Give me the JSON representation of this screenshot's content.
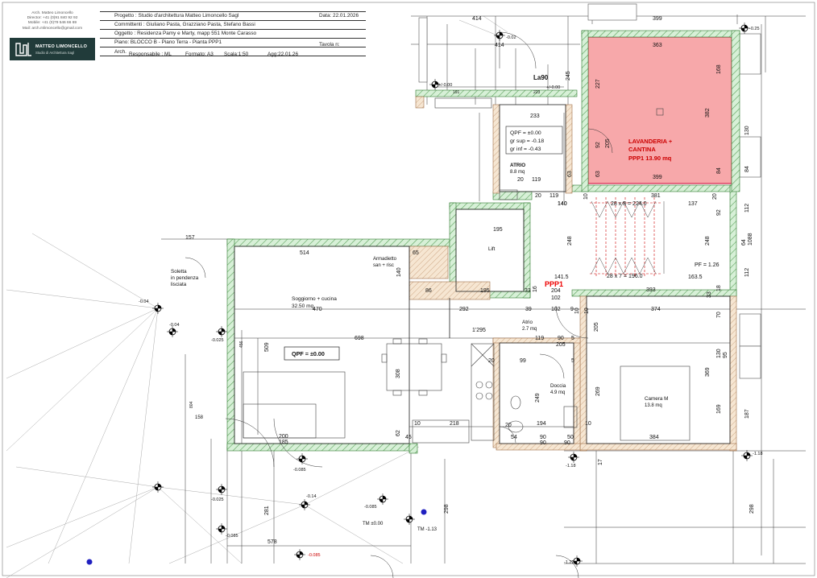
{
  "studio": {
    "name": "Arch. Matteo Limoncello",
    "director": "Director: +41 (0)91 840 92 92",
    "mobile": "Mobile: +41 (0)79 546 66 69",
    "mail": "Mail: arch.mlimoncello@gmail.com",
    "logo_name": "MATTEO LIMONCELLO",
    "logo_sub": "Studio di Architettura Sagl"
  },
  "title_block": {
    "progetto": "Progetto : Studio d'architettura Matteo Limoncello Sagl",
    "data": "Data: 22.01.2026",
    "committenti": "Committenti : Giuliano Pasta, Grazziano Pasta, Stefano Bassi",
    "oggetto": "Oggetto : Residenza Pamy e Marty, mapp 551 Monte Carasso",
    "piano": "Piano: BLOCCO B - Piano Terra - Pianta PPP1",
    "tavola": "Tavola n:",
    "arch": "Arch.",
    "responsabile": "Responsabile : ML",
    "formato": "Formato: A3",
    "scala": "Scala:1:50",
    "agg": "Agg:22.01.26"
  },
  "rooms": {
    "lavanderia_1": "LAVANDERIA +",
    "lavanderia_2": "CANTINA",
    "lavanderia_3": "PPP1 13.90 mq",
    "ppp1_tag": "PPP1",
    "soggiorno_1": "Soggiorno + cucina",
    "soggiorno_2": "32.50 mq",
    "soletta_1": "Soletta",
    "soletta_2": "in pendenza",
    "soletta_3": "lisciata",
    "armadietto_1": "Armadietto",
    "armadietto_2": "san + risc",
    "lift": "Lift",
    "atrio_top_1": "ATRIO",
    "atrio_top_2": "8.8 mq",
    "atrio_mid_1": "Atrio",
    "atrio_mid_2": "2.7 mq",
    "doccia_1": "Doccia",
    "doccia_2": "4.9 mq",
    "camera_1": "Camera M",
    "camera_2": "13.8 mq",
    "la90": "La90",
    "qpf_main": "QPF = ±0.00",
    "qpf_box_1": "QPF    = ±0.00",
    "qpf_box_2": "gr sup = -0.18",
    "qpf_box_3": "gr inf   = -0.43",
    "pf": "PF = 1.26",
    "tm": "TM ±0.00",
    "tm2": "TM -1.13"
  },
  "stairs": {
    "upper": "28 x 8 = 224.0",
    "lower": "28 x 7 = 196.0"
  },
  "levels": [
    "-0.02",
    "+/-0.00",
    "+/-0.00",
    "-0.25",
    "-0.04",
    "-0.025",
    "-0.085",
    "-0.04",
    "-0.025",
    "-0.085",
    "-0.14",
    "-0.085",
    "-0.085",
    "-1.18",
    "-1.18",
    "-1.22"
  ],
  "dimensions": {
    "d414a": "414",
    "d399a": "399",
    "d414b": "414",
    "d363": "363",
    "d245": "245",
    "d227": "227",
    "d168": "168",
    "d382": "382",
    "d130a": "130",
    "d92a": "92",
    "d205a": "205",
    "d84a": "84",
    "d233": "233",
    "d191": "191",
    "d223": "223",
    "d140a": "140",
    "d20a": "20",
    "d119a": "119",
    "d63a": "63",
    "d63b": "63",
    "d399b": "399",
    "d84b": "84",
    "d20b": "20",
    "d119b": "119",
    "d10a": "10",
    "d20c": "20",
    "d381": "381",
    "d140b": "140",
    "d137": "137",
    "d92b": "92",
    "d112a": "112",
    "d195a": "195",
    "d248a": "248",
    "d248b": "248",
    "d64": "64",
    "d1088": "1088",
    "d157": "157",
    "d514": "514",
    "d65": "65",
    "d140c": "140",
    "d86": "86",
    "d195b": "195",
    "d33a": "33",
    "d16a": "16",
    "d141": "141.5",
    "d204": "204",
    "d102a": "102",
    "d393": "393",
    "d163": "163.5",
    "d33b": "33",
    "d18": "18",
    "d112b": "112",
    "d470": "470",
    "d292": "292",
    "d39": "39",
    "d102b": "102",
    "d9": "9",
    "d10b": "10",
    "d10c": "10",
    "d374": "374",
    "d70": "70",
    "d1295": "1'295",
    "d205b": "205",
    "d698": "698",
    "d119c": "119",
    "d90a": "90",
    "d5a": "5",
    "d205c": "205",
    "d130b": "130",
    "d99": "99",
    "d20d": "20",
    "d5b": "5",
    "d95": "95",
    "d308": "308",
    "d509": "509",
    "d456": "456",
    "d249": "249",
    "d269": "269",
    "d369": "369",
    "d187": "187",
    "d804": "804",
    "d158": "158",
    "d169": "169",
    "d10d": "10",
    "d218": "218",
    "d194": "194",
    "d10e": "10",
    "d200": "200",
    "d185": "185",
    "d62": "62",
    "d45": "45",
    "d20e": "20",
    "d54": "54",
    "d90b": "90",
    "d50": "50",
    "d384": "384",
    "d90c": "90",
    "d90d": "90",
    "d17": "17",
    "d281": "281",
    "d298a": "298",
    "d578": "578",
    "d298b": "298"
  }
}
